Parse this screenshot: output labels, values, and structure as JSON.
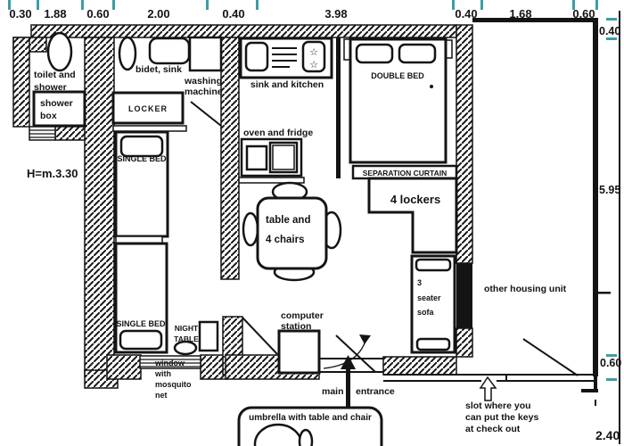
{
  "colors": {
    "wall": "#141414",
    "teal": "#3d9ca8",
    "paper": "#ffffff"
  },
  "dimensions": {
    "top": [
      "0.30",
      "1.88",
      "0.60",
      "2.00",
      "0.40",
      "3.98",
      "0.40",
      "1.68",
      "0.60"
    ],
    "right": [
      "0.40",
      "5.95",
      "0.60",
      "2.40"
    ]
  },
  "labels": {
    "height_note": "H=m.3.30",
    "toilet_line1": "toilet   and",
    "toilet_line2": "shower",
    "shower_box_line1": "shower",
    "shower_box_line2": "box",
    "bidet_sink": "bidet, sink",
    "washing_line1": "washing",
    "washing_line2": "machine",
    "sink_kitchen": "sink and kitchen",
    "oven_fridge": "oven and fridge",
    "locker": "LOCKER",
    "single_bed_1": "SINGLE BED",
    "single_bed_2": "SINGLE BED",
    "night_table_line1": "NIGHT",
    "night_table_line2": "TABLE",
    "window_line1": "window",
    "window_line2": "with",
    "window_line3": "mosquito",
    "window_line4": "net",
    "table_line1": "table and",
    "table_line2": "4 chairs",
    "computer_line1": "computer",
    "computer_line2": "station",
    "double_bed": "DOUBLE BED",
    "separation_curtain": "SEPARATION CURTAIN",
    "four_lockers": "4 lockers",
    "sofa_line1": "3",
    "sofa_line2": "seater",
    "sofa_line3": "sofa",
    "other_housing_unit": "other housing unit",
    "entrance_word1": "main",
    "entrance_word2": "entrance",
    "umbrella": "umbrella with table and chair",
    "key_slot_line1": "slot where you",
    "key_slot_line2": "can put the keys",
    "key_slot_line3": "at check out",
    "stove_star": "☆"
  }
}
